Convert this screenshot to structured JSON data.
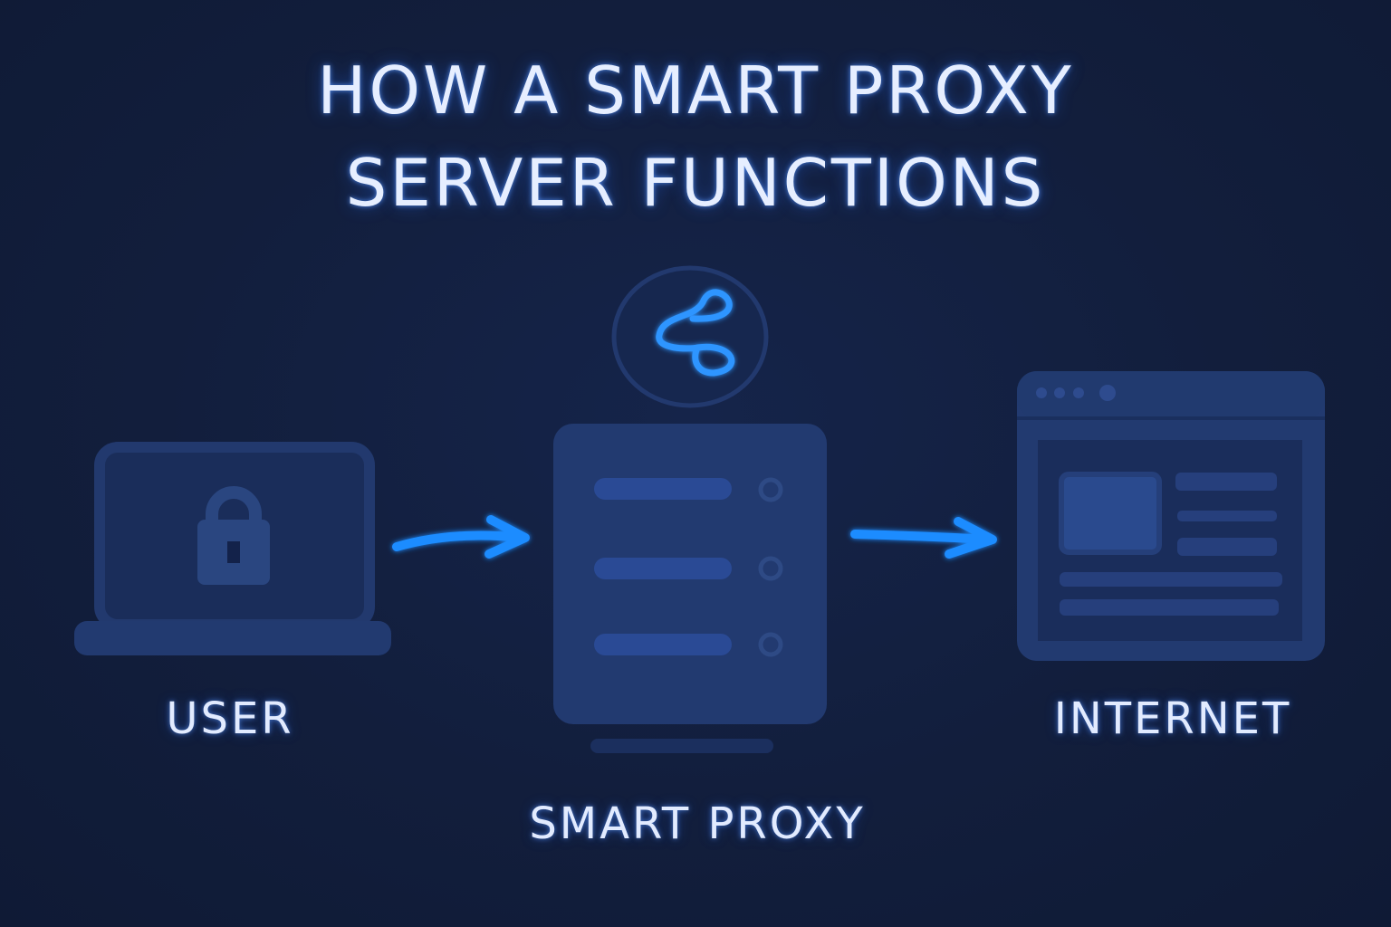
{
  "title": {
    "line1": "HOW A SMART PROXY",
    "line2": "SERVER FUNCTIONS"
  },
  "nodes": {
    "user": {
      "label": "USER",
      "icon": "laptop-lock-icon"
    },
    "proxy": {
      "label": "SMART PROXY",
      "icon": "server-icon",
      "badge_icon": "routing-icon"
    },
    "internet": {
      "label": "INTERNET",
      "icon": "browser-window-icon"
    }
  },
  "colors": {
    "background": "#121f3d",
    "icon_fill": "#223a70",
    "accent": "#1e8cff",
    "text": "#e6eeff"
  }
}
